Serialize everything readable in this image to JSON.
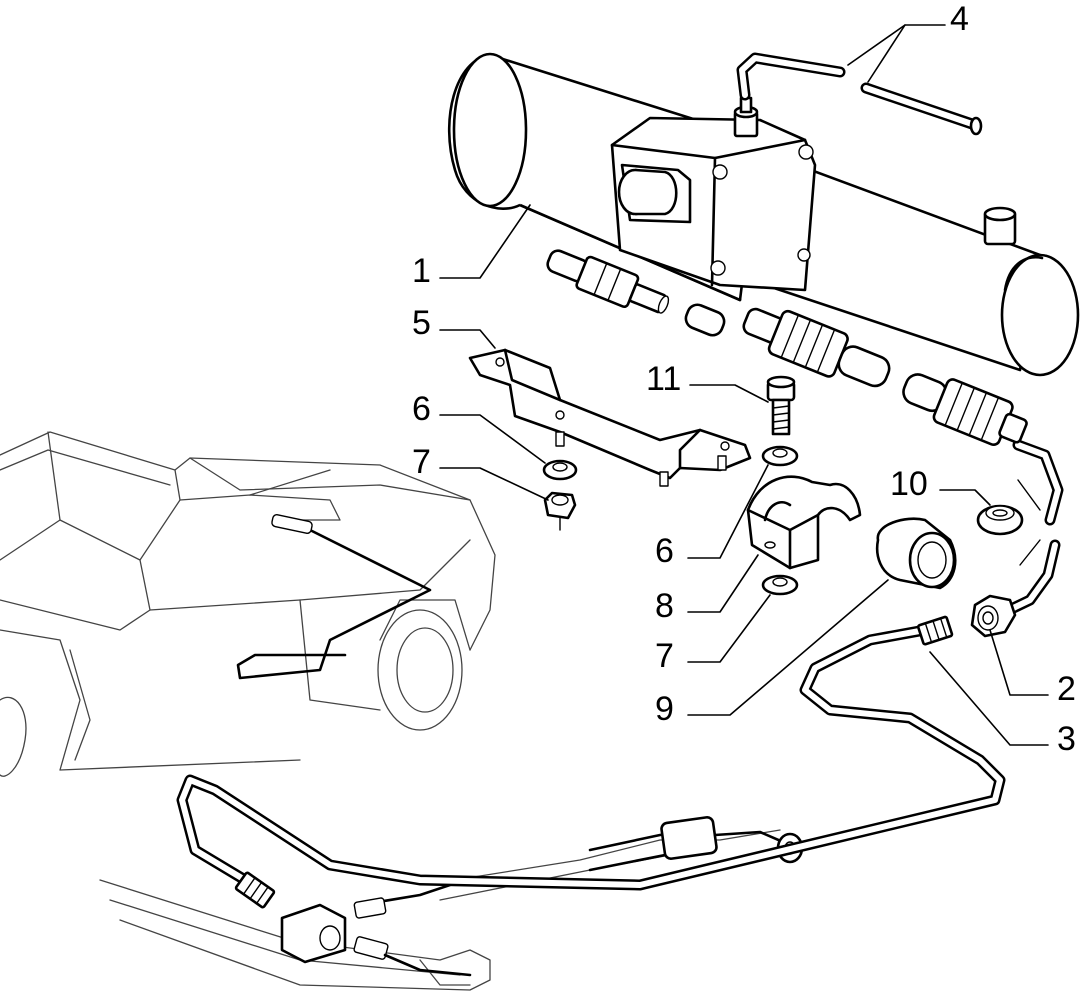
{
  "callouts": [
    {
      "id": "1",
      "label": "1"
    },
    {
      "id": "2",
      "label": "2"
    },
    {
      "id": "3",
      "label": "3"
    },
    {
      "id": "4",
      "label": "4"
    },
    {
      "id": "5",
      "label": "5"
    },
    {
      "id": "6a",
      "label": "6"
    },
    {
      "id": "6b",
      "label": "6"
    },
    {
      "id": "7a",
      "label": "7"
    },
    {
      "id": "7b",
      "label": "7"
    },
    {
      "id": "8",
      "label": "8"
    },
    {
      "id": "9",
      "label": "9"
    },
    {
      "id": "10",
      "label": "10"
    },
    {
      "id": "11",
      "label": "11"
    }
  ],
  "colors": {
    "line": "#000000",
    "background": "#ffffff",
    "vehicle_outline": "#444444"
  }
}
